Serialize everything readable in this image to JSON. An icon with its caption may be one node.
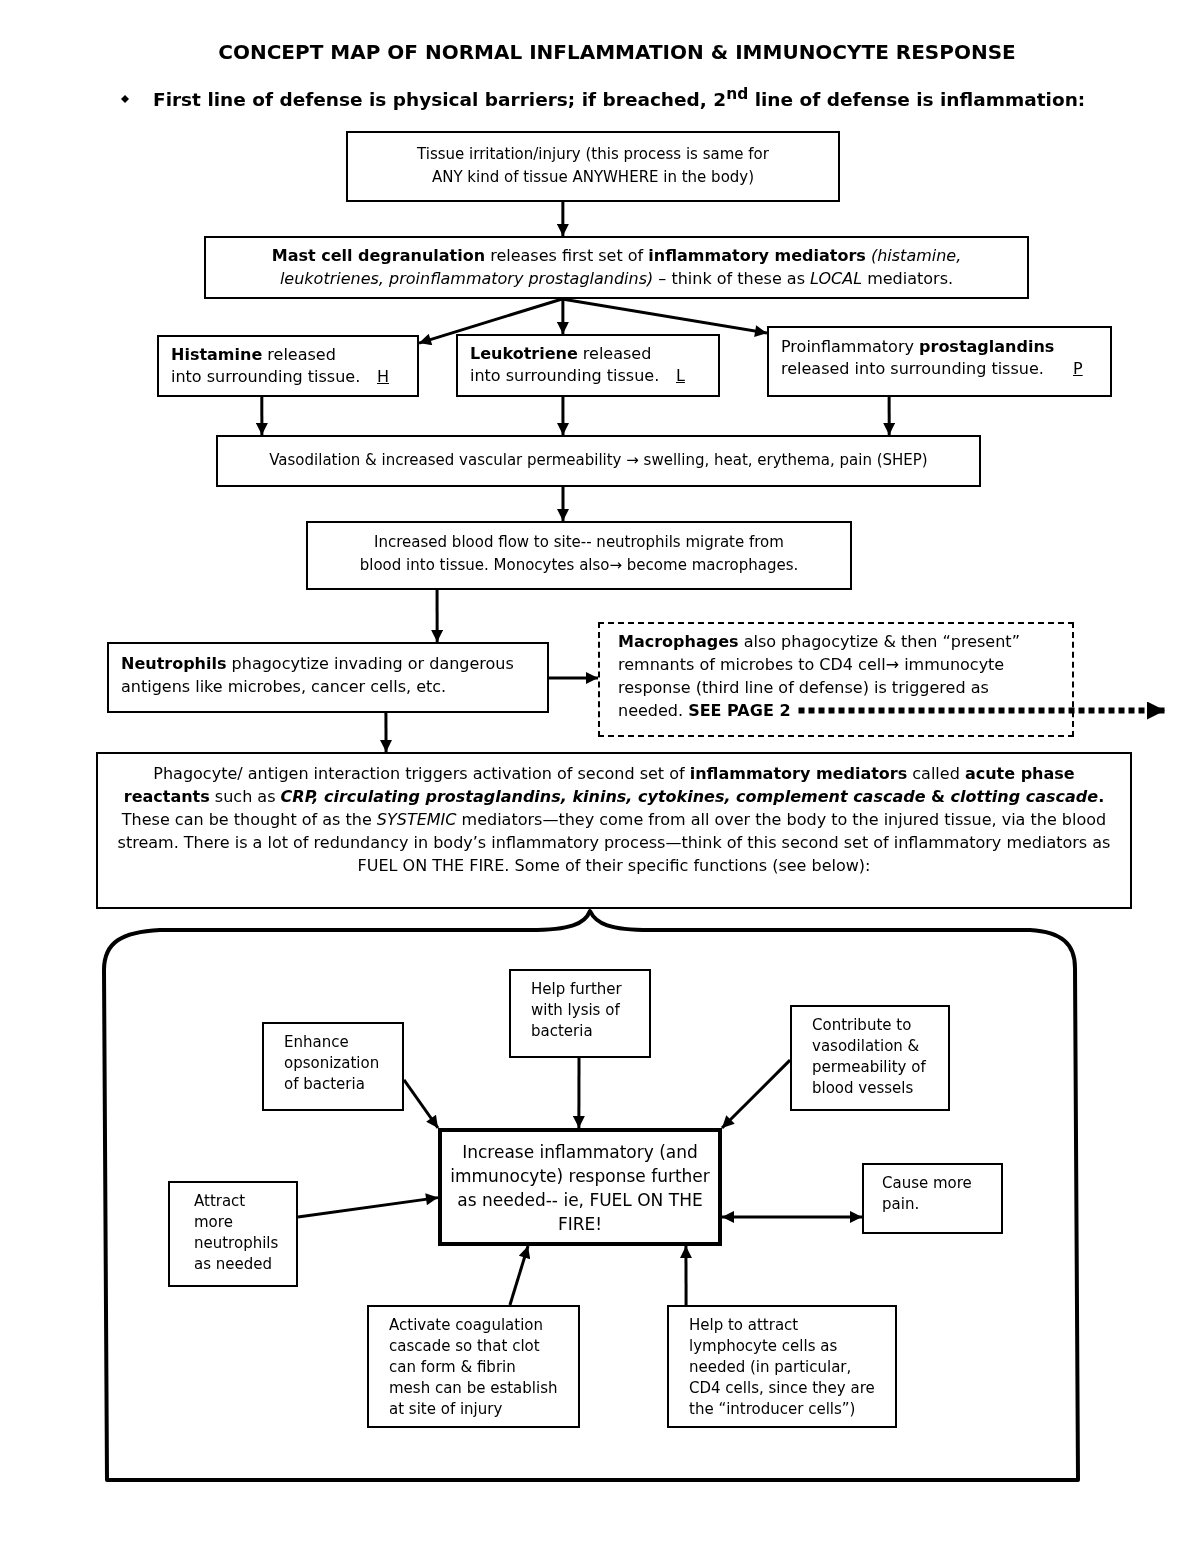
{
  "diagram": {
    "title": "CONCEPT MAP OF NORMAL INFLAMMATION & IMMUNOCYTE RESPONSE",
    "nodes": [
      {
        "text": [
          "Tissue irritation/injury (this process is same for ANY kind of tissue ANYWHERE in the body)"
        ]
      },
      {
        "text": [
          "**Mast cell degranulation** releases first set of **inflammatory mediators** *(histamine, leukotrienes, proinflammatory prostaglandins)* – think of these as *LOCAL* mediators."
        ]
      },
      {
        "text": [
          "**Histamine** released into surrounding tissue.",
          "H"
        ]
      },
      {
        "text": [
          "**Leukotriene** released into surrounding tissue.",
          "L"
        ]
      },
      {
        "text": [
          "Proinflammatory **prostaglandins** released into surrounding tissue.",
          "P"
        ]
      },
      {
        "text": [
          "Vasodilation & increased vascular permeability → swelling, heat, erythema, pain (SHEP)"
        ]
      },
      {
        "text": [
          "Increased blood flow to site-- neutrophils migrate from blood into tissue. Monocytes also→ become macrophages."
        ]
      },
      {
        "text": [
          "**Neutrophils** phagocytize invading or dangerous antigens like microbes, cancer cells, etc."
        ]
      },
      {
        "text": [
          "**Macrophages** also phagocytize & then “present” remnants of microbes to CD4 cell→ immunocyte response (third line of defense) is triggered as needed. **SEE PAGE 2**"
        ]
      },
      {
        "text": [
          "Phagocyte/ antigen interaction triggers activation of second set of **inflammatory mediators** called **acute phase reactants** such as ***CRP, circulating prostaglandins, kinins, cytokines, complement cascade* & *clotting cascade*.** These can be thought of as the *SYSTEMIC* mediators—they come from all over the body to the injured tissue, via the blood stream. There is a lot of redundancy in body’s inflammatory process—think of this second set of inflammatory mediators as FUEL ON THE FIRE. Some of their specific functions (see below):"
        ]
      },
      {
        "text": [
          "Enhance opsonization of bacteria"
        ]
      },
      {
        "text": [
          "Help further with lysis of bacteria"
        ]
      },
      {
        "text": [
          "Contribute to vasodilation & permeability of blood vessels"
        ]
      },
      {
        "text": [
          "Attract more neutrophils as needed"
        ]
      },
      {
        "text": [
          "Increase inflammatory (and immunocyte) response further as needed-- ie, FUEL ON THE FIRE!"
        ]
      },
      {
        "text": [
          "Cause more pain."
        ]
      },
      {
        "text": [
          "Activate coagulation cascade so that clot can form & fibrin mesh can be establish at site of injury"
        ]
      },
      {
        "text": [
          "Help to attract lymphocyte cells as needed (in particular, CD4 cells, since they are the “introducer cells”)"
        ]
      }
    ],
    "edges": [
      {
        "from": 0,
        "to": 1,
        "arrow": "to"
      },
      {
        "from": 1,
        "to": 2,
        "arrow": "to"
      },
      {
        "from": 1,
        "to": 3,
        "arrow": "to"
      },
      {
        "from": 1,
        "to": 4,
        "arrow": "to"
      },
      {
        "from": 2,
        "to": 5,
        "arrow": "to"
      },
      {
        "from": 3,
        "to": 5,
        "arrow": "to"
      },
      {
        "from": 4,
        "to": 5,
        "arrow": "to"
      },
      {
        "from": 5,
        "to": 6,
        "arrow": "to"
      },
      {
        "from": 6,
        "to": 7,
        "arrow": "to"
      },
      {
        "from": 7,
        "to": 8,
        "arrow": "to"
      },
      {
        "from": 7,
        "to": 9,
        "arrow": "to"
      },
      {
        "from": 8,
        "to": null,
        "arrow": "to",
        "style": "dashed"
      },
      {
        "from": 10,
        "to": 14,
        "arrow": "to"
      },
      {
        "from": 11,
        "to": 14,
        "arrow": "to"
      },
      {
        "from": 12,
        "to": 14,
        "arrow": "to"
      },
      {
        "from": 13,
        "to": 14,
        "arrow": "to"
      },
      {
        "from": 14,
        "to": 15,
        "arrow": "both"
      },
      {
        "from": 16,
        "to": 14,
        "arrow": "to"
      },
      {
        "from": 17,
        "to": 14,
        "arrow": "to"
      }
    ],
    "labels": [
      "First line of defense is physical barriers; if breached, 2$^{nd}$ line of defense is inflammation:"
    ]
  }
}
